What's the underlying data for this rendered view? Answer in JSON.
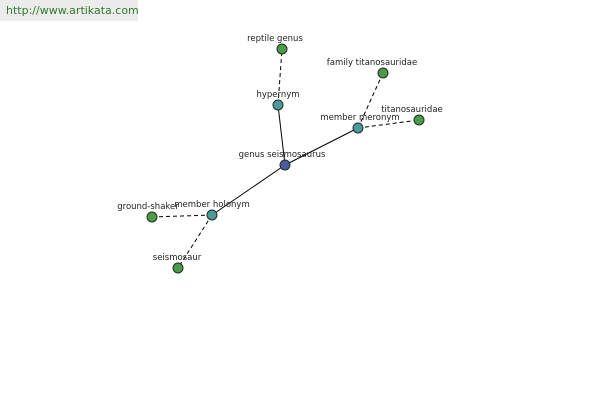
{
  "header": {
    "url": "http://www.artikata.com"
  },
  "colors": {
    "center": "#4a5aa0",
    "relation": "#4a9a9a",
    "leaf": "#4e9a4a"
  },
  "graph": {
    "center": {
      "label": "genus seismosaurus"
    },
    "relations": [
      {
        "id": "hypernym",
        "label": "hypernym"
      },
      {
        "id": "member-meronym",
        "label": "member meronym"
      },
      {
        "id": "member-holonym",
        "label": "member holonym"
      }
    ],
    "leaves": [
      {
        "id": "reptile-genus",
        "label": "reptile genus",
        "relation": "hypernym"
      },
      {
        "id": "family-titanosauridae",
        "label": "family titanosauridae",
        "relation": "member-meronym"
      },
      {
        "id": "titanosauridae",
        "label": "titanosauridae",
        "relation": "member-meronym"
      },
      {
        "id": "ground-shaker",
        "label": "ground-shaker",
        "relation": "member-holonym"
      },
      {
        "id": "seismosaur",
        "label": "seismosaur",
        "relation": "member-holonym"
      }
    ]
  }
}
